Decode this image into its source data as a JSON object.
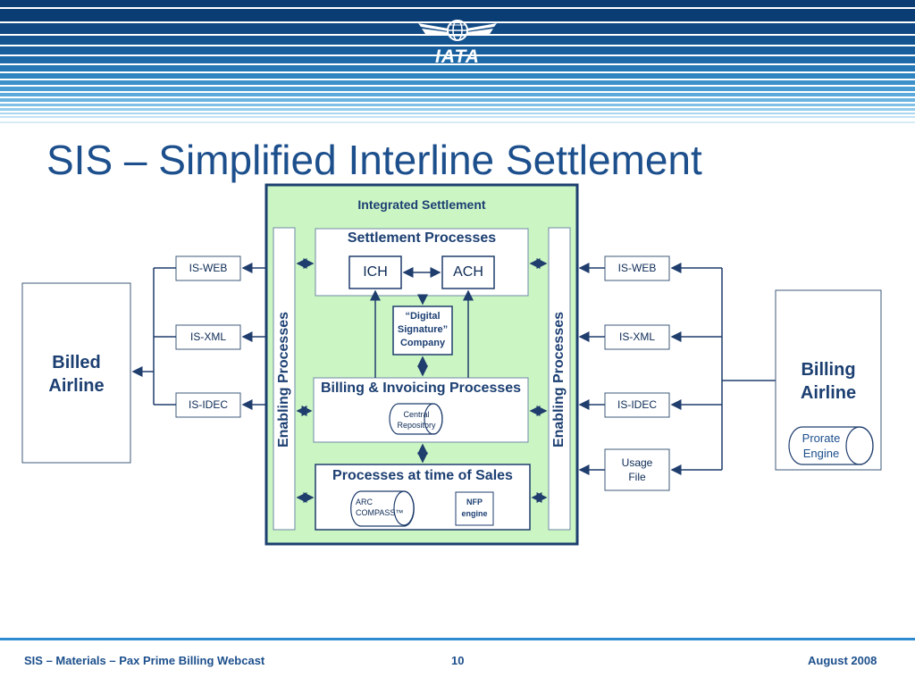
{
  "slide": {
    "title": "SIS – Simplified Interline Settlement",
    "logo_text": "IATA"
  },
  "diagram": {
    "integrated_title": "Integrated Settlement",
    "settlement_title": "Settlement Processes",
    "ich": "ICH",
    "ach": "ACH",
    "digital_signature": [
      "“Digital",
      "Signature”",
      "Company"
    ],
    "billing_title": "Billing & Invoicing Processes",
    "central_repository": [
      "Central",
      "Repository"
    ],
    "sales_title": "Processes at time of Sales",
    "arc_compass": [
      "ARC",
      "COMPASS™"
    ],
    "nfp_engine": [
      "NFP",
      "engine"
    ],
    "enabling_left": "Enabling Processes",
    "enabling_right": "Enabling Processes",
    "left_channels": [
      "IS-WEB",
      "IS-XML",
      "IS-IDEC"
    ],
    "right_channels": [
      "IS-WEB",
      "IS-XML",
      "IS-IDEC"
    ],
    "usage_file": [
      "Usage",
      "File"
    ],
    "billed_airline": [
      "Billed",
      "Airline"
    ],
    "billing_airline": [
      "Billing",
      "Airline"
    ],
    "prorate_engine": [
      "Prorate",
      "Engine"
    ]
  },
  "footer": {
    "left": "SIS – Materials – Pax Prime Billing Webcast",
    "page": "10",
    "right": "August 2008"
  },
  "colors": {
    "header_dark": "#0b3d75",
    "header_light": "#6fb3e4",
    "title": "#1c4f8c",
    "integrated_fill": "#ccf5c4",
    "integrated_border": "#1b3f6e",
    "arrow": "#1f3d6d"
  }
}
